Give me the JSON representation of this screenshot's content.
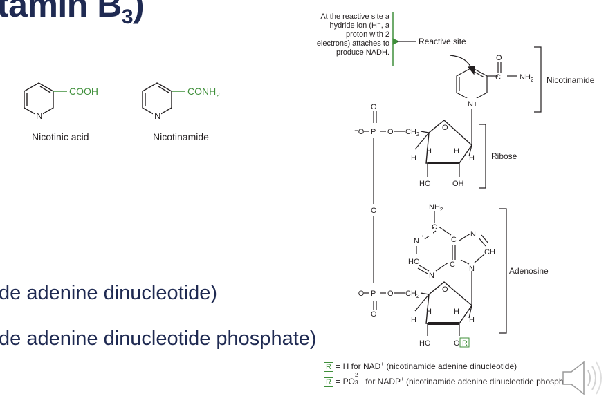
{
  "slide": {
    "title_main": "tamin B",
    "title_sub": "3",
    "title_end": ")",
    "line1": "de adenine dinucleotide)",
    "line2": "de adenine dinucleotide phosphate)"
  },
  "molecules": {
    "acid_label": "Nicotinic acid",
    "acid_group": "COOH",
    "amide_label": "Nicotinamide",
    "amide_group": "CONH",
    "amide_group_sub": "2",
    "ring_n": "N"
  },
  "diagram": {
    "callout": "At the reactive site a hydride ion (H⁻, a proton with 2 electrons) attaches to produce NADH.",
    "reactive_site": "Reactive site",
    "nicotinamide": "Nicotinamide",
    "ribose": "Ribose",
    "adenosine": "Adenosine",
    "atoms": {
      "o": "O",
      "nh2": "NH",
      "two": "2",
      "c": "C",
      "n": "N",
      "nplus": "N+",
      "ominus": "⁻O",
      "p": "P",
      "ch2": "CH",
      "h": "H",
      "ho": "HO",
      "oh": "OH",
      "hc": "HC",
      "ch": "CH",
      "r": "R"
    },
    "legend_nad_pre": "= H for NAD",
    "legend_nad_sup": "+",
    "legend_nad_post": " (nicotinamide adenine dinucleotide)",
    "legend_nadp_pre": "= PO",
    "legend_nadp_sup": "2−",
    "legend_nadp_sub": "3",
    "legend_nadp_post": " for NADP",
    "legend_nadp_sup2": "+",
    "legend_nadp_end": " (nicotinamide adenine dinucleotide phosphate)"
  },
  "colors": {
    "title": "#1f2a52",
    "accent_green": "#3f8f3a",
    "ink": "#231f20"
  },
  "icons": {
    "speaker": "speaker-icon"
  }
}
